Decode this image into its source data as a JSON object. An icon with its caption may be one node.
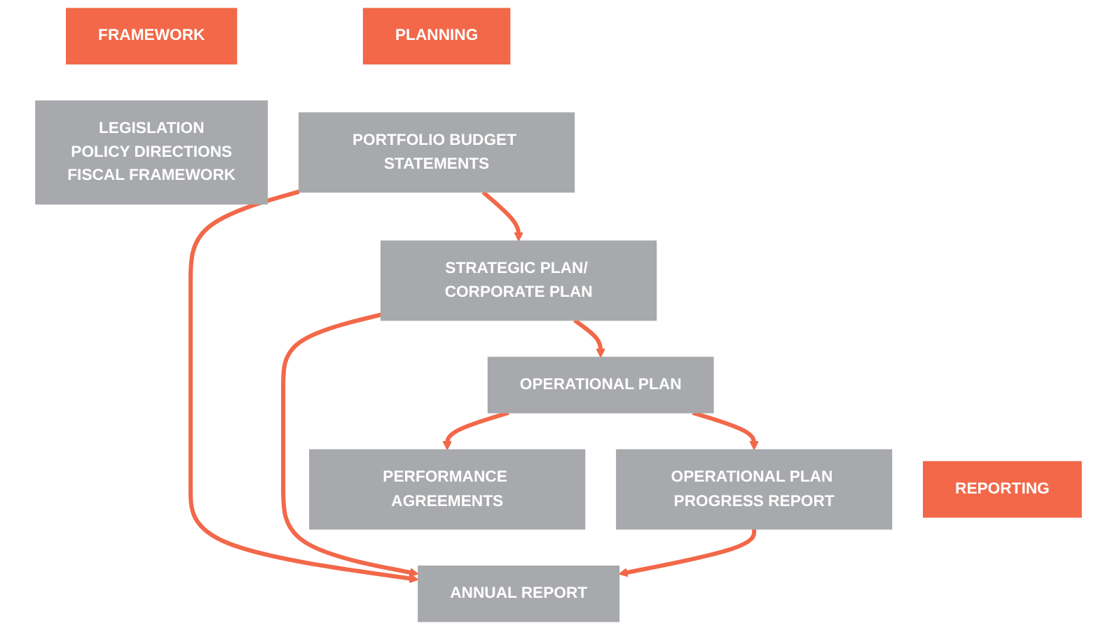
{
  "diagram": {
    "nodes": [
      {
        "text": [
          "FRAMEWORK"
        ]
      },
      {
        "text": [
          "PLANNING"
        ]
      },
      {
        "text": [
          "REPORTING"
        ]
      },
      {
        "text": [
          "LEGISLATION",
          "POLICY DIRECTIONS",
          "FISCAL FRAMEWORK"
        ]
      },
      {
        "text": [
          "PORTFOLIO BUDGET STATEMENTS"
        ]
      },
      {
        "text": [
          "ANNUAL REPORT"
        ]
      },
      {
        "text": [
          "STRATEGIC PLAN/ CORPORATE PLAN"
        ]
      },
      {
        "text": [
          "OPERATIONAL PLAN"
        ]
      },
      {
        "text": [
          "OPERATIONAL PLAN PROGRESS REPORT"
        ]
      },
      {
        "text": [
          "PERFORMANCE AGREEMENTS"
        ]
      }
    ],
    "edges": [
      {
        "from": 4,
        "to": 5,
        "arrow": "to"
      },
      {
        "from": 4,
        "to": 6,
        "arrow": "to"
      },
      {
        "from": 6,
        "to": 5,
        "arrow": "to"
      },
      {
        "from": 6,
        "to": 7,
        "arrow": "to"
      },
      {
        "from": 7,
        "to": 8,
        "arrow": "to"
      },
      {
        "from": 7,
        "to": 9,
        "arrow": "to"
      },
      {
        "from": 8,
        "to": 5,
        "arrow": "to"
      }
    ]
  }
}
